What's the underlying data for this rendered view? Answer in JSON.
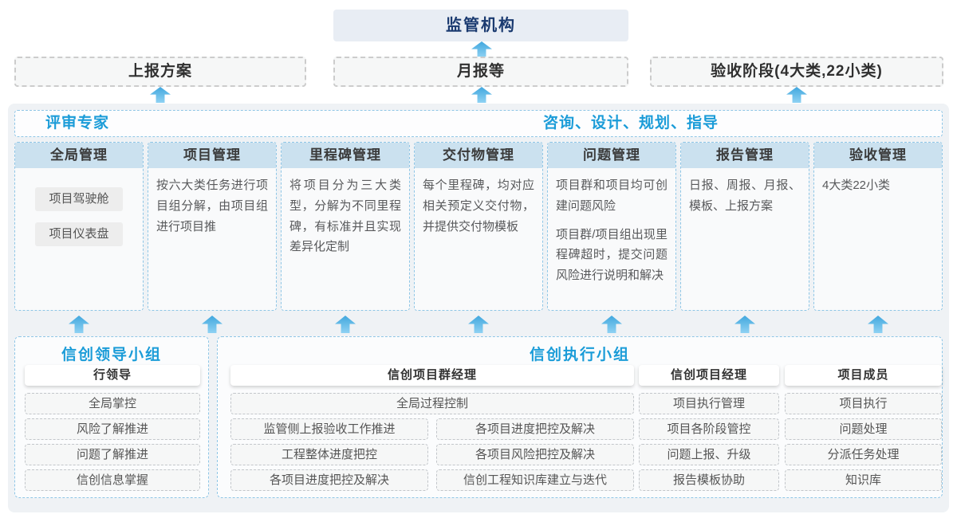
{
  "top": {
    "regulator": "监管机构",
    "reports": [
      "上报方案",
      "月报等",
      "验收阶段(4大类,22小类)"
    ]
  },
  "expert_band": {
    "left": "评审专家",
    "right": "咨询、设计、规划、指导"
  },
  "columns": [
    {
      "title": "全局管理",
      "pills": [
        "项目驾驶舱",
        "项目仪表盘"
      ]
    },
    {
      "title": "项目管理",
      "paragraphs": [
        "按六大类任务进行项目组分解，由项目组进行项目推"
      ]
    },
    {
      "title": "里程碑管理",
      "paragraphs": [
        "将项目分为三大类型，分解为不同里程碑，有标准并且实现差异化定制"
      ]
    },
    {
      "title": "交付物管理",
      "paragraphs": [
        "每个里程碑，均对应相关预定义交付物，并提供交付物模板"
      ]
    },
    {
      "title": "问题管理",
      "paragraphs": [
        "项目群和项目均可创建问题风险",
        "项目群/项目组出现里程碑超时，提交问题风险进行说明和解决"
      ]
    },
    {
      "title": "报告管理",
      "paragraphs": [
        "日报、周报、月报、模板、上报方案"
      ]
    },
    {
      "title": "验收管理",
      "paragraphs": [
        "4大类22小类"
      ]
    }
  ],
  "leader_group": {
    "title": "信创领导小组",
    "role": "行领导",
    "items": [
      "全局掌控",
      "风险了解推进",
      "问题了解推进",
      "信创信息掌握"
    ]
  },
  "exec_group": {
    "title": "信创执行小组",
    "pm_group": {
      "role": "信创项目群经理",
      "full_item": "全局过程控制",
      "left_items": [
        "监管侧上报验收工作推进",
        "工程整体进度把控",
        "各项目进度把控及解决"
      ],
      "right_items": [
        "各项目进度把控及解决",
        "各项目风险把控及解决",
        "信创工程知识库建立与迭代"
      ]
    },
    "project_manager": {
      "role": "信创项目经理",
      "items": [
        "项目执行管理",
        "项目各阶段管控",
        "问题上报、升级",
        "报告模板协助"
      ]
    },
    "member": {
      "role": "项目成员",
      "items": [
        "项目执行",
        "问题处理",
        "分派任务处理",
        "知识库"
      ]
    }
  },
  "colors": {
    "accent_blue": "#1b9cd8",
    "navy_text": "#1a3a70",
    "arrow_blue": "#54b0e2",
    "column_header_bg": "#cbe1ef",
    "dashed_blue_border": "#8fc6e6",
    "panel_bg": "#eff2f5"
  }
}
